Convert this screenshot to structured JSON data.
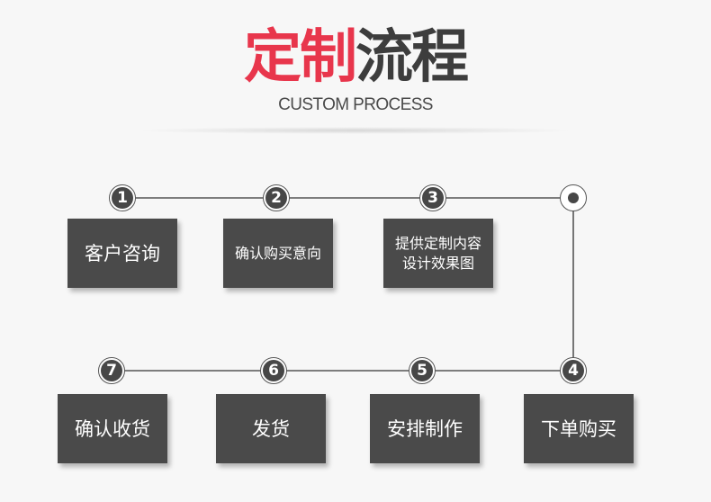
{
  "header": {
    "title_red": "定制",
    "title_gray": "流程",
    "subtitle": "CUSTOM PROCESS"
  },
  "steps": [
    {
      "number": "1",
      "label": "客户咨询"
    },
    {
      "number": "2",
      "label": "确认购买意向"
    },
    {
      "number": "3",
      "label": [
        "提供定制内容",
        "设计效果图"
      ]
    },
    {
      "number": "4",
      "label": "下单购买"
    },
    {
      "number": "5",
      "label": "安排制作"
    },
    {
      "number": "6",
      "label": "发货"
    },
    {
      "number": "7",
      "label": "确认收货"
    }
  ],
  "colors": {
    "title_accent": "#e8364c",
    "title_dark": "#3d3d3d",
    "box_fill": "#4a4a4a",
    "node_fill": "#474747",
    "connector": "#555555"
  }
}
